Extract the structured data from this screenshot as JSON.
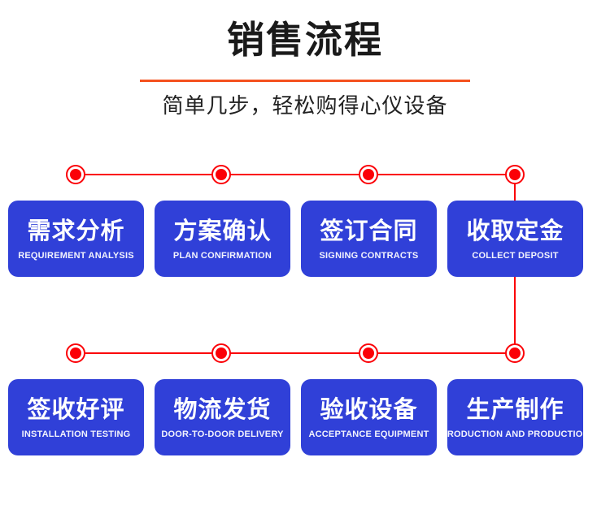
{
  "header": {
    "title": "销售流程",
    "subtitle": "简单几步，轻松购得心仪设备",
    "divider_color": "#f4511e"
  },
  "theme": {
    "card_blue": "#3040d8",
    "accent_red": "#fb0007",
    "accent_orange": "#f4511e",
    "text_dark": "#1a1a1a",
    "card_text": "#ffffff"
  },
  "flow": {
    "rows": [
      {
        "steps": [
          {
            "cn": "需求分析",
            "en": "REQUIREMENT ANALYSIS"
          },
          {
            "cn": "方案确认",
            "en": "PLAN CONFIRMATION"
          },
          {
            "cn": "签订合同",
            "en": "SIGNING CONTRACTS"
          },
          {
            "cn": "收取定金",
            "en": "COLLECT DEPOSIT"
          }
        ]
      },
      {
        "steps": [
          {
            "cn": "签收好评",
            "en": "INSTALLATION TESTING"
          },
          {
            "cn": "物流发货",
            "en": "DOOR-TO-DOOR DELIVERY"
          },
          {
            "cn": "验收设备",
            "en": "ACCEPTANCE EQUIPMENT"
          },
          {
            "cn": "生产制作",
            "en": "PRODUCTION AND PRODUCTION"
          }
        ]
      }
    ]
  }
}
